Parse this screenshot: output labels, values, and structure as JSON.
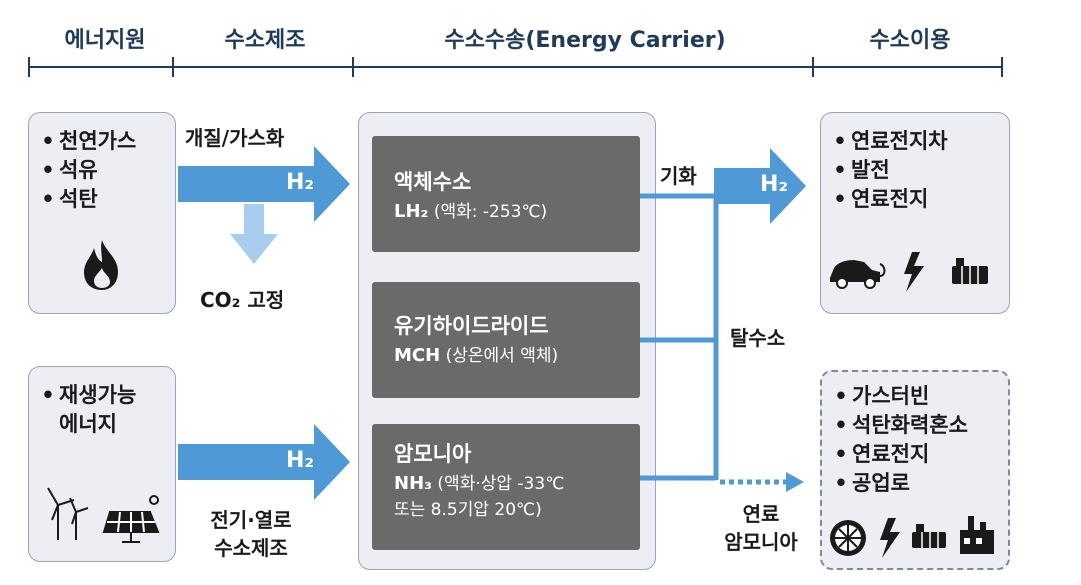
{
  "header": {
    "stages": [
      "에너지원",
      "수소제조",
      "수소수송(Energy Carrier)",
      "수소이용"
    ]
  },
  "sources": {
    "fossil": [
      "천연가스",
      "석유",
      "석탄"
    ],
    "renewable_line1": "재생가능",
    "renewable_line2": "에너지"
  },
  "production": {
    "reforming_label": "개질/가스화",
    "co2_label": "CO₂ 고정",
    "electrolysis_line1": "전기·열로",
    "electrolysis_line2": "수소제조",
    "h2_label": "H₂"
  },
  "carriers": [
    {
      "name": "액체수소",
      "formula": "LH₂",
      "detail": "(액화: -253℃)"
    },
    {
      "name": "유기하이드라이드",
      "formula": "MCH",
      "detail": "(상온에서 액체)"
    },
    {
      "name": "암모니아",
      "formula": "NH₃",
      "detail": "(액화·상압 -33℃",
      "detail2": "또는 8.5기압 20℃)"
    }
  ],
  "conversion": {
    "gasification": "기화",
    "dehydrogenation": "탈수소",
    "fuel_ammonia_line1": "연료",
    "fuel_ammonia_line2": "암모니아"
  },
  "uses": {
    "hydrogen": [
      "연료전지차",
      "발전",
      "연료전지"
    ],
    "ammonia": [
      "가스터빈",
      "석탄화력혼소",
      "연료전지",
      "공업로"
    ]
  },
  "colors": {
    "arrow": "#4f9ad6",
    "arrow_light": "#a9cdec",
    "box_bg": "#eceef3",
    "dark_box": "#6a6a6a"
  },
  "icons": [
    "fire-icon",
    "wind-turbine-icon",
    "solar-panel-icon",
    "car-icon",
    "lightning-icon",
    "fuel-cell-icon",
    "turbine-fan-icon",
    "factory-icon"
  ]
}
